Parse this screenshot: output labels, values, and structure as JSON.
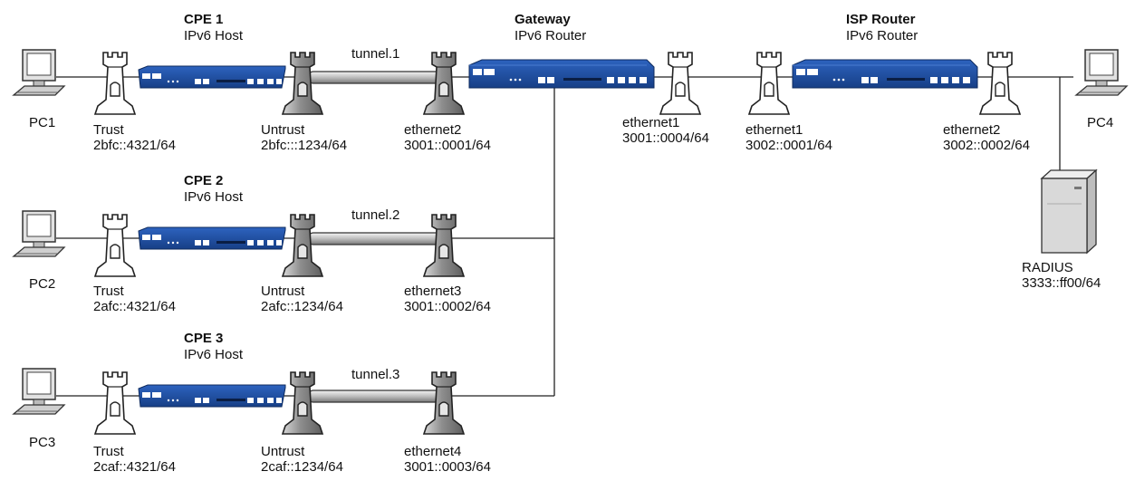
{
  "pcs": {
    "pc1": "PC1",
    "pc2": "PC2",
    "pc3": "PC3",
    "pc4": "PC4"
  },
  "cpe1": {
    "name": "CPE 1",
    "role": "IPv6 Host",
    "trust_zone": "Trust",
    "trust_addr": "2bfc::4321/64",
    "untrust_zone": "Untrust",
    "untrust_addr": "2bfc:::1234/64",
    "tunnel": "tunnel.1"
  },
  "cpe2": {
    "name": "CPE 2",
    "role": "IPv6 Host",
    "trust_zone": "Trust",
    "trust_addr": "2afc::4321/64",
    "untrust_zone": "Untrust",
    "untrust_addr": "2afc::1234/64",
    "tunnel": "tunnel.2"
  },
  "cpe3": {
    "name": "CPE 3",
    "role": "IPv6 Host",
    "trust_zone": "Trust",
    "trust_addr": "2caf::4321/64",
    "untrust_zone": "Untrust",
    "untrust_addr": "2caf::1234/64",
    "tunnel": "tunnel.3"
  },
  "gateway": {
    "name": "Gateway",
    "role": "IPv6 Router",
    "eth2_name": "ethernet2",
    "eth2_addr": "3001::0001/64",
    "eth3_name": "ethernet3",
    "eth3_addr": "3001::0002/64",
    "eth4_name": "ethernet4",
    "eth4_addr": "3001::0003/64",
    "eth1_name": "ethernet1",
    "eth1_addr": "3001::0004/64"
  },
  "isp_router": {
    "name": "ISP Router",
    "role": "IPv6 Router",
    "eth1_name": "ethernet1",
    "eth1_addr": "3002::0001/64",
    "eth2_name": "ethernet2",
    "eth2_addr": "3002::0002/64"
  },
  "radius": {
    "name": "RADIUS",
    "addr": "3333::ff00/64"
  },
  "colors": {
    "device_blue": "#1f4fa3",
    "line": "#222222"
  }
}
